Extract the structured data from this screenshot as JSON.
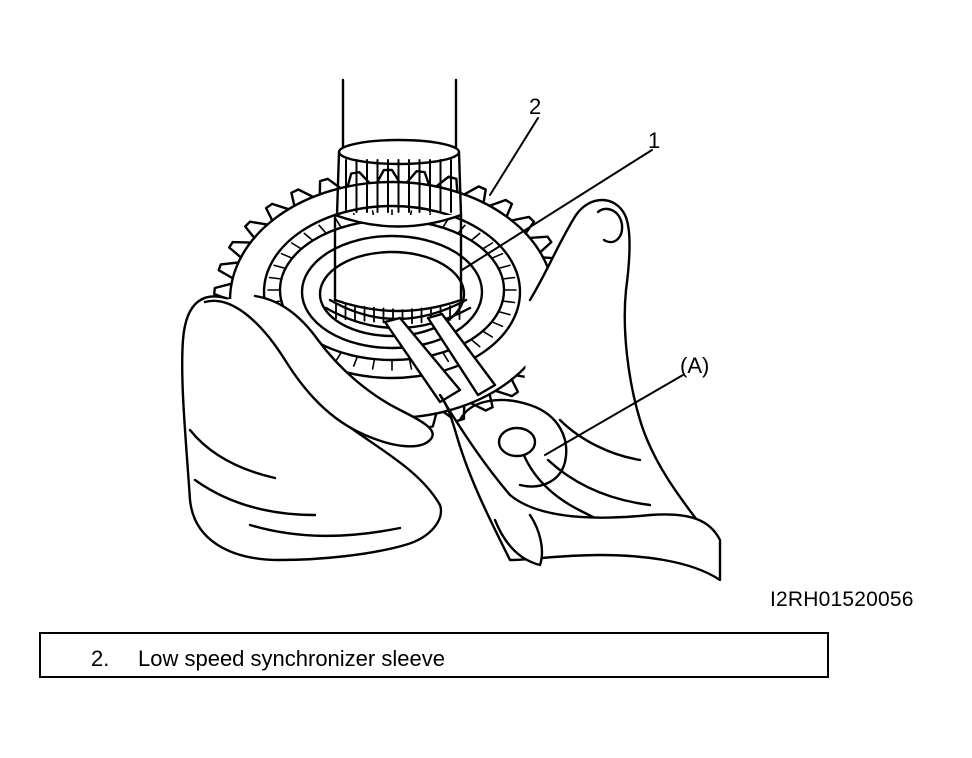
{
  "callouts": {
    "part_1": "1",
    "part_2": "2",
    "tool_a": "(A)"
  },
  "figure_code": "I2RH01520056",
  "legend": {
    "number": "2.",
    "text": "Low speed synchronizer sleeve"
  }
}
